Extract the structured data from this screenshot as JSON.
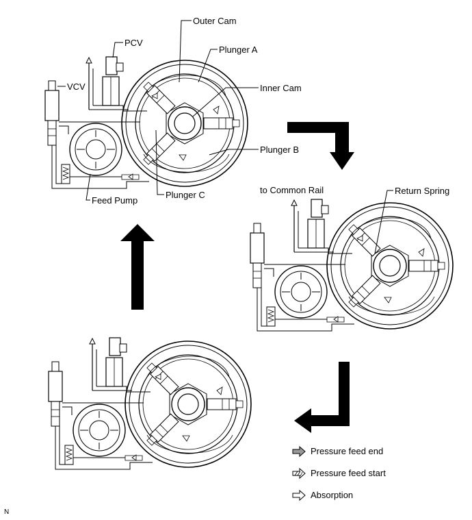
{
  "labels": {
    "outer_cam": "Outer Cam",
    "pcv": "PCV",
    "plunger_a": "Plunger A",
    "inner_cam": "Inner Cam",
    "vcv": "VCV",
    "plunger_b": "Plunger B",
    "feed_pump": "Feed Pump",
    "plunger_c": "Plunger C",
    "to_common_rail": "to Common Rail",
    "return_spring": "Return Spring"
  },
  "legend": {
    "items": [
      {
        "label": "Pressure feed end",
        "icon": "solid-arrow-icon"
      },
      {
        "label": "Pressure feed start",
        "icon": "hatched-arrow-icon"
      },
      {
        "label": "Absorption",
        "icon": "hollow-arrow-icon"
      }
    ]
  },
  "corner_mark": "N"
}
